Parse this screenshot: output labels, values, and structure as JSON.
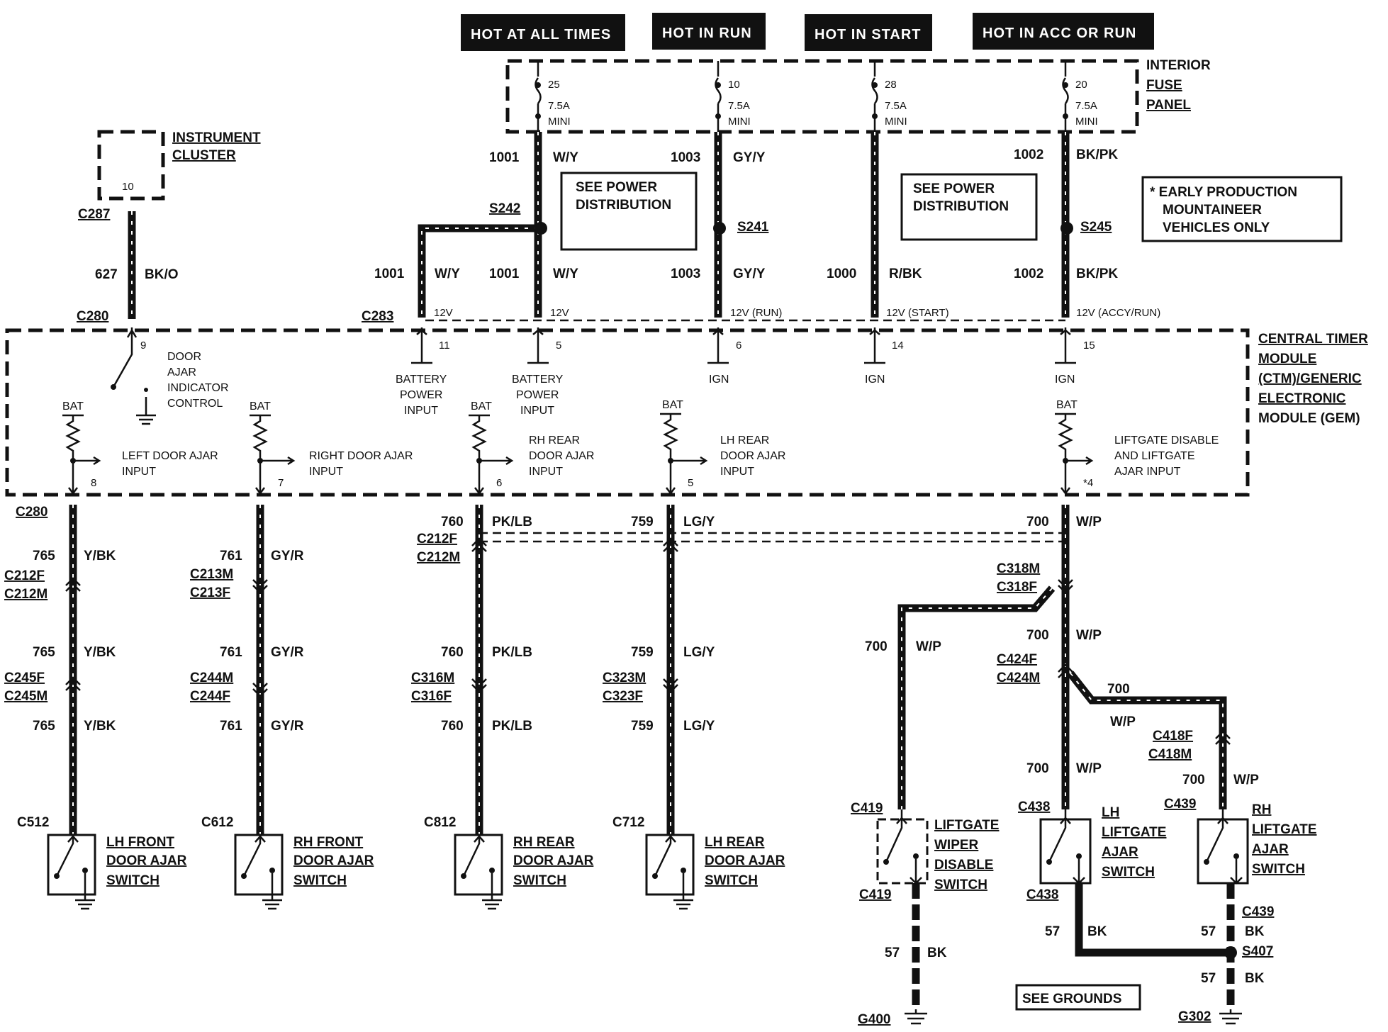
{
  "headers": [
    "HOT AT ALL TIMES",
    "HOT IN RUN",
    "HOT IN START",
    "HOT IN ACC OR RUN"
  ],
  "fuse_panel": {
    "title": [
      "INTERIOR",
      "FUSE",
      "PANEL"
    ]
  },
  "fuses": [
    {
      "number": "25",
      "rating": "7.5A",
      "type": "MINI"
    },
    {
      "number": "10",
      "rating": "7.5A",
      "type": "MINI"
    },
    {
      "number": "28",
      "rating": "7.5A",
      "type": "MINI"
    },
    {
      "number": "20",
      "rating": "7.5A",
      "type": "MINI"
    }
  ],
  "notes": {
    "power_distribution": [
      "SEE POWER",
      "DISTRIBUTION"
    ],
    "early_production": [
      "* EARLY PRODUCTION",
      "MOUNTAINEER",
      "VEHICLES ONLY"
    ],
    "see_grounds": "SEE GROUNDS"
  },
  "instrument_cluster": {
    "title": [
      "INSTRUMENT",
      "CLUSTER"
    ],
    "pin": "10"
  },
  "module": {
    "title": [
      "CENTRAL TIMER",
      "MODULE",
      "(CTM)/GENERIC",
      "ELECTRONIC",
      "MODULE (GEM)"
    ],
    "top_pins": [
      "9",
      "11",
      "5",
      "6",
      "14",
      "15"
    ],
    "bottom_pins": [
      "8",
      "7",
      "6",
      "5",
      "*4"
    ],
    "supply_labels": [
      "12V",
      "12V",
      "12V (RUN)",
      "12V (START)",
      "12V (ACCY/RUN)"
    ],
    "bat": "BAT",
    "inputs": {
      "door_ajar_indicator": [
        "DOOR",
        "AJAR",
        "INDICATOR",
        "CONTROL"
      ],
      "battery_power": [
        "BATTERY",
        "POWER",
        "INPUT"
      ],
      "ign": "IGN",
      "left_door": [
        "LEFT DOOR AJAR",
        "INPUT"
      ],
      "right_door": [
        "RIGHT DOOR AJAR",
        "INPUT"
      ],
      "rh_rear": [
        "RH REAR",
        "DOOR AJAR",
        "INPUT"
      ],
      "lh_rear": [
        "LH REAR",
        "DOOR AJAR",
        "INPUT"
      ],
      "liftgate": [
        "LIFTGATE DISABLE",
        "AND LIFTGATE",
        "AJAR INPUT"
      ]
    }
  },
  "circuits": {
    "c627": "627",
    "bk_o": "BK/O",
    "c1001": "1001",
    "w_y": "W/Y",
    "c1003": "1003",
    "gy_y": "GY/Y",
    "c1000": "1000",
    "r_bk": "R/BK",
    "c1002": "1002",
    "bk_pk": "BK/PK",
    "c765": "765",
    "y_bk": "Y/BK",
    "c761": "761",
    "gy_r": "GY/R",
    "c760": "760",
    "pk_lb": "PK/LB",
    "c759": "759",
    "lg_y": "LG/Y",
    "c700": "700",
    "w_p": "W/P",
    "c57": "57",
    "bk": "BK"
  },
  "splices": [
    "S242",
    "S241",
    "S245",
    "S407"
  ],
  "connectors": {
    "C287": "C287",
    "C280": "C280",
    "C283": "C283",
    "C212F": "C212F",
    "C212M": "C212M",
    "C213M": "C213M",
    "C213F": "C213F",
    "C245F": "C245F",
    "C245M": "C245M",
    "C244M": "C244M",
    "C244F": "C244F",
    "C316M": "C316M",
    "C316F": "C316F",
    "C323M": "C323M",
    "C323F": "C323F",
    "C318M": "C318M",
    "C318F": "C318F",
    "C424F": "C424F",
    "C424M": "C424M",
    "C418F": "C418F",
    "C418M": "C418M",
    "C512": "C512",
    "C612": "C612",
    "C812": "C812",
    "C712": "C712",
    "C419": "C419",
    "C438": "C438",
    "C439": "C439"
  },
  "switches": {
    "lh_front": [
      "LH FRONT",
      "DOOR AJAR",
      "SWITCH"
    ],
    "rh_front": [
      "RH FRONT",
      "DOOR AJAR",
      "SWITCH"
    ],
    "rh_rear": [
      "RH REAR",
      "DOOR AJAR",
      "SWITCH"
    ],
    "lh_rear": [
      "LH REAR",
      "DOOR AJAR",
      "SWITCH"
    ],
    "liftgate_wiper": [
      "LIFTGATE",
      "WIPER",
      "DISABLE",
      "SWITCH"
    ],
    "lh_liftgate": [
      "LH",
      "LIFTGATE",
      "AJAR",
      "SWITCH"
    ],
    "rh_liftgate": [
      "RH",
      "LIFTGATE",
      "AJAR",
      "SWITCH"
    ]
  },
  "grounds": [
    "G400",
    "G302"
  ]
}
